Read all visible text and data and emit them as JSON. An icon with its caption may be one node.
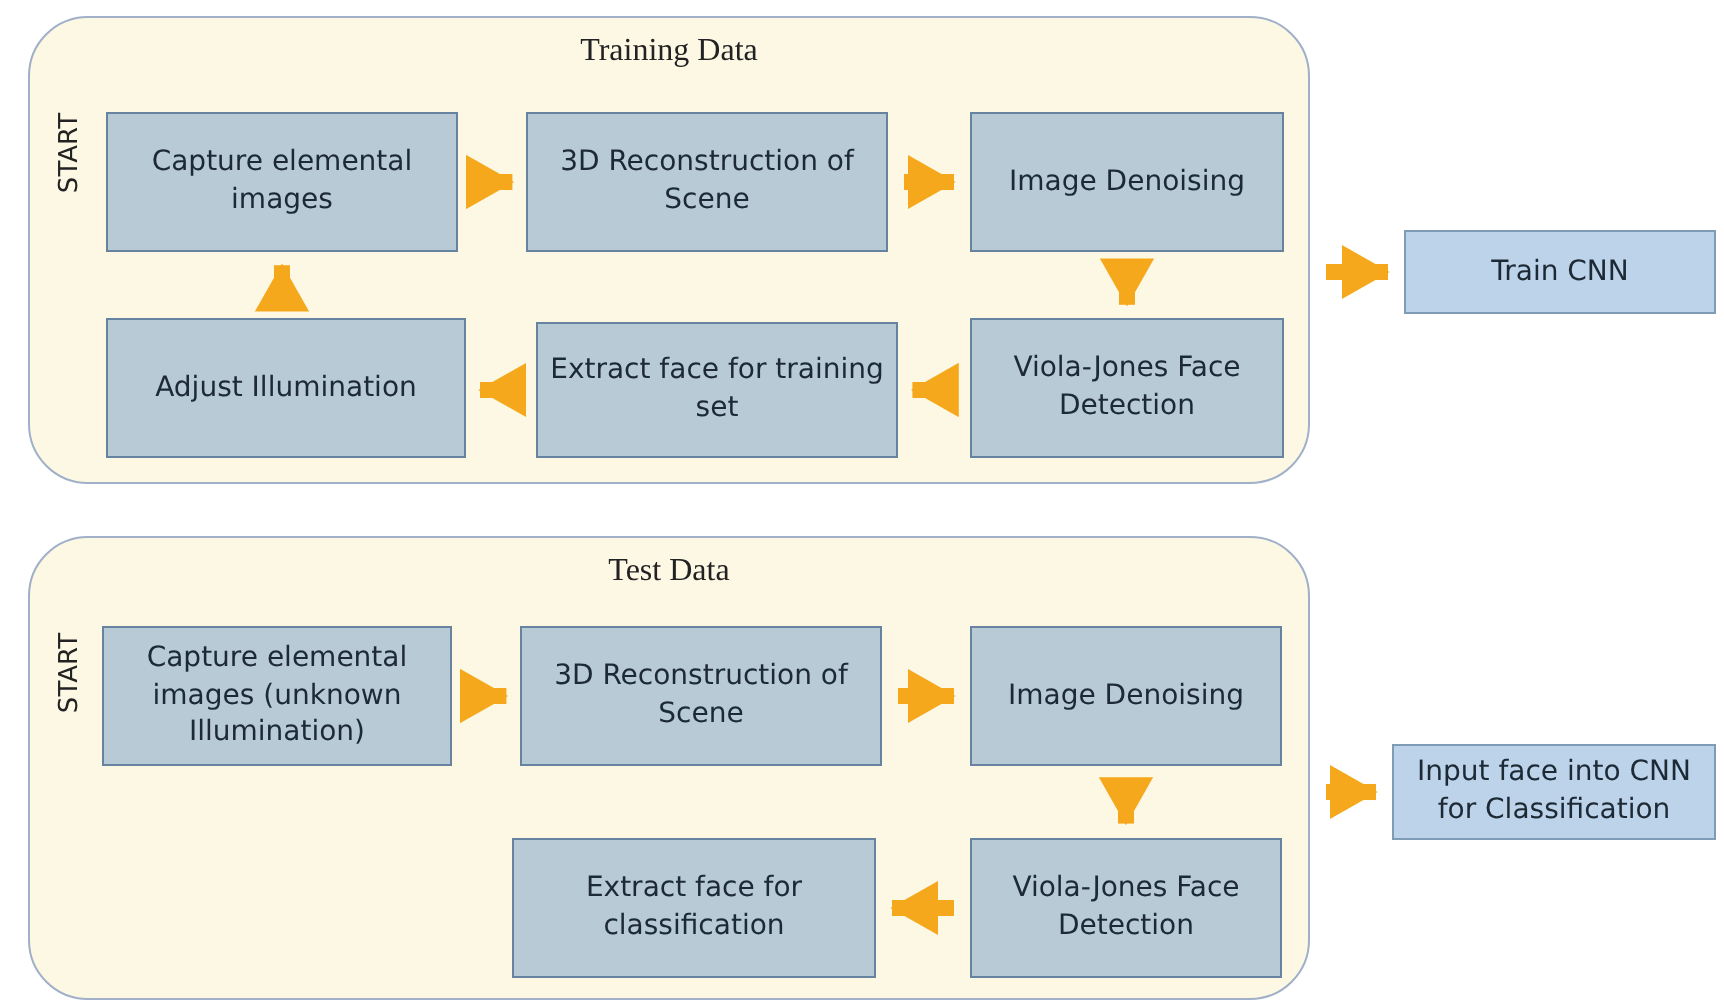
{
  "diagram": {
    "nodes": [
      {
        "text": [
          "Training Data",
          "START"
        ]
      },
      {
        "text": [
          "Capture elemental images"
        ],
        "in": 0
      },
      {
        "text": [
          "3D Reconstruction of Scene"
        ],
        "in": 0
      },
      {
        "text": [
          "Image Denoising"
        ],
        "in": 0
      },
      {
        "text": [
          "Viola-Jones Face Detection"
        ],
        "in": 0
      },
      {
        "text": [
          "Extract face for training set"
        ],
        "in": 0
      },
      {
        "text": [
          "Adjust Illumination"
        ],
        "in": 0
      },
      {
        "text": [
          "Train CNN"
        ]
      },
      {
        "text": [
          "Test Data",
          "START"
        ]
      },
      {
        "text": [
          "Capture elemental images (unknown Illumination)"
        ],
        "in": 8
      },
      {
        "text": [
          "3D Reconstruction of Scene"
        ],
        "in": 8
      },
      {
        "text": [
          "Image Denoising"
        ],
        "in": 8
      },
      {
        "text": [
          "Viola-Jones Face Detection"
        ],
        "in": 8
      },
      {
        "text": [
          "Extract face for classification"
        ],
        "in": 8
      },
      {
        "text": [
          "Input face into CNN for Classification"
        ]
      }
    ],
    "edges": [
      {
        "from": 1,
        "to": 2,
        "arrow": "to"
      },
      {
        "from": 2,
        "to": 3,
        "arrow": "to"
      },
      {
        "from": 3,
        "to": 4,
        "arrow": "to"
      },
      {
        "from": 4,
        "to": 5,
        "arrow": "to"
      },
      {
        "from": 5,
        "to": 6,
        "arrow": "to"
      },
      {
        "from": 6,
        "to": 1,
        "arrow": "to"
      },
      {
        "from": 0,
        "to": 7,
        "arrow": "to"
      },
      {
        "from": 9,
        "to": 10,
        "arrow": "to"
      },
      {
        "from": 10,
        "to": 11,
        "arrow": "to"
      },
      {
        "from": 11,
        "to": 12,
        "arrow": "to"
      },
      {
        "from": 12,
        "to": 13,
        "arrow": "to"
      },
      {
        "from": 8,
        "to": 14,
        "arrow": "to"
      }
    ]
  }
}
